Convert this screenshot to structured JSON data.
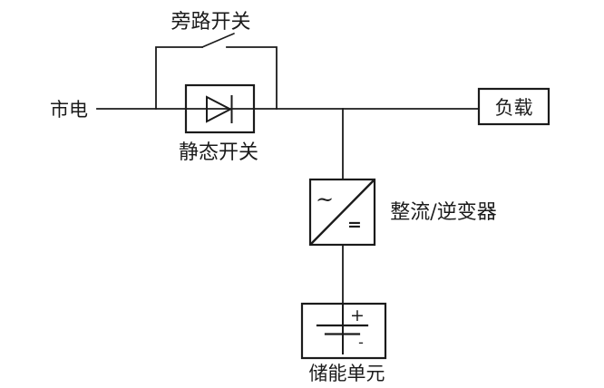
{
  "diagram": {
    "type": "ups-power-circuit",
    "labels": {
      "bypass_switch": "旁路开关",
      "mains": "市电",
      "static_switch": "静态开关",
      "load": "负载",
      "rectifier_inverter": "整流/逆变器",
      "storage_unit": "储能单元"
    },
    "symbols": {
      "ac": "~",
      "dc": "=",
      "plus": "+",
      "minus": "-"
    },
    "colors": {
      "line": "#1b1b1b",
      "text": "#1b1b1b",
      "background": "#ffffff"
    }
  }
}
